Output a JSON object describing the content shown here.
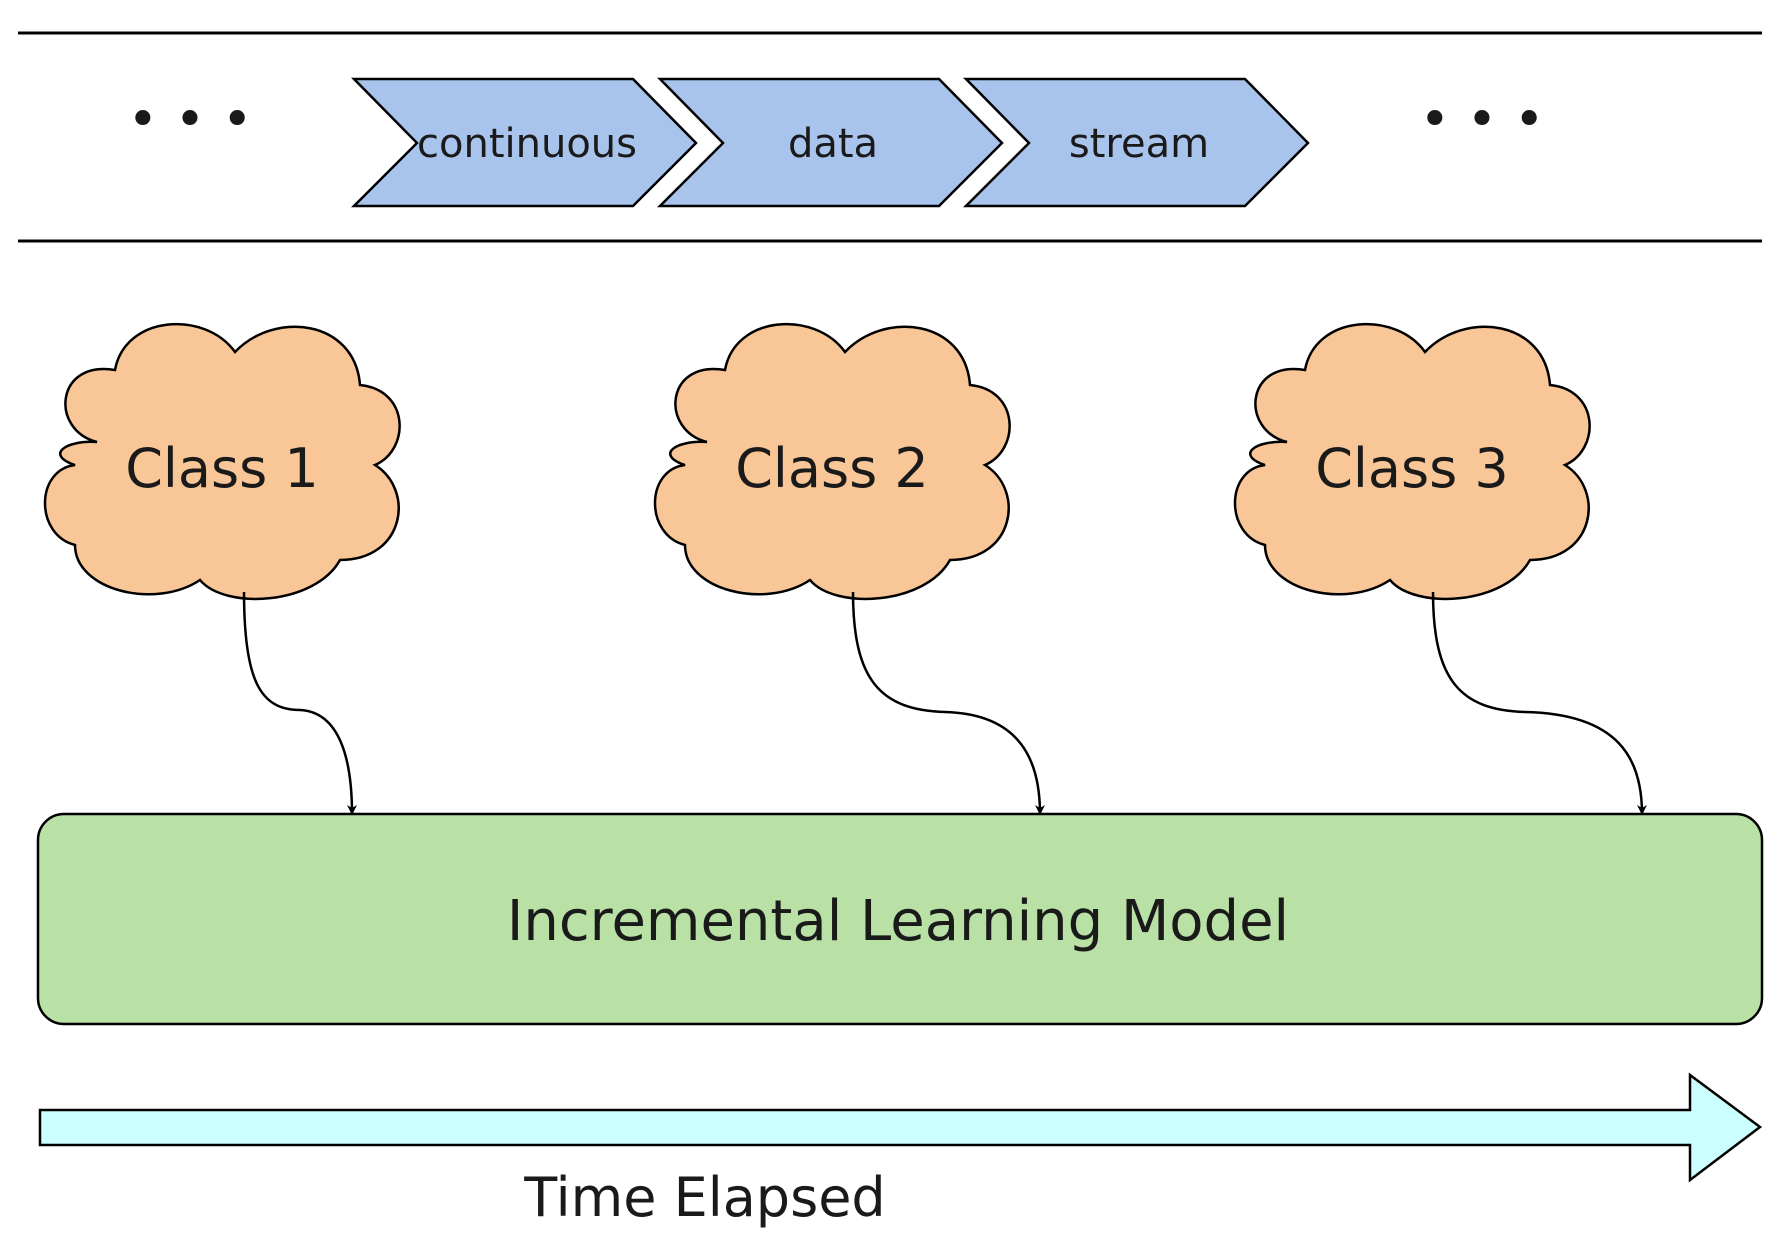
{
  "stream": {
    "chevrons": [
      {
        "label": "continuous"
      },
      {
        "label": "data"
      },
      {
        "label": "stream"
      }
    ],
    "ellipsis_left": "• • •",
    "ellipsis_right": "• • •",
    "chevron_fill": "#a9c4ec"
  },
  "classes": [
    {
      "label": "Class 1"
    },
    {
      "label": "Class 2"
    },
    {
      "label": "Class 3"
    }
  ],
  "cloud_fill": "#f9c797",
  "model": {
    "label": "Incremental Learning Model",
    "fill": "#b9e0a5"
  },
  "timeline": {
    "label": "Time Elapsed",
    "fill": "#ccffff"
  }
}
